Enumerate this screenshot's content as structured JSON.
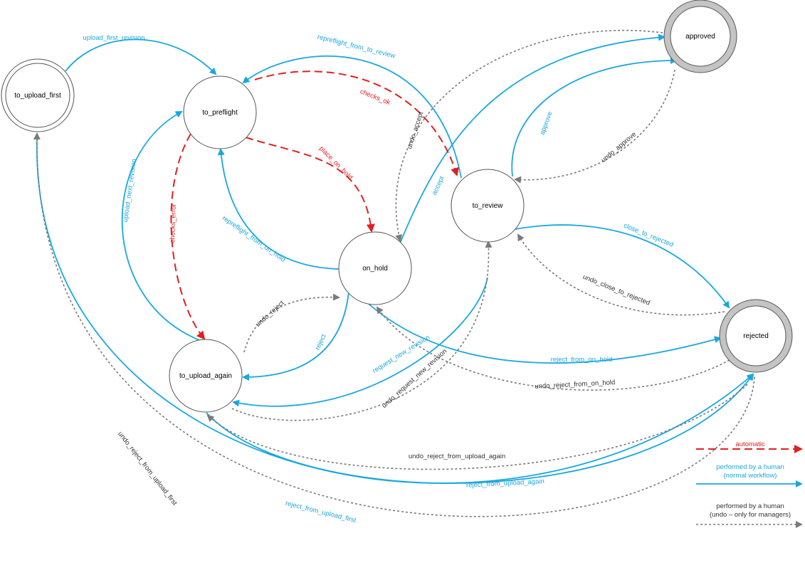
{
  "colors": {
    "automatic": "#e02020",
    "human": "#1aa7e0",
    "undo": "#7a7a7a"
  },
  "states": {
    "to_upload_first": "to_upload_first",
    "to_preflight": "to_preflight",
    "on_hold": "on_hold",
    "to_review": "to_review",
    "to_upload_again": "to_upload_again",
    "approved": "approved",
    "rejected": "rejected"
  },
  "transitions": {
    "upload_first_revision": "upload_first_revision",
    "repreflight_from_to_review": "repreflight_from_to_review",
    "checks_ok": "checks_ok",
    "place_on_hold": "place_on_hold",
    "checks_error": "checks_error",
    "upload_next_revision": "upload_next_revision",
    "repreflight_from_on_hold": "repreflight_from_on_hold",
    "undo_accept": "undo_accept",
    "accept": "accept",
    "approve": "approve",
    "undo_approve": "undo_approve",
    "close_to_rejected": "close_to_rejected",
    "undo_close_to_rejected": "undo_close_to_rejected",
    "undo_reject": "undo_reject",
    "reject": "reject",
    "request_new_revision": "request_new_revision",
    "undo_request_new_revision": "undo_request_new_revision",
    "reject_from_on_hold": "reject_from_on_hold",
    "undo_reject_from_on_hold": "undo_reject_from_on_hold",
    "undo_reject_from_upload_again": "undo_reject_from_upload_again",
    "reject_from_upload_again": "reject_from_upload_again",
    "reject_from_upload_first": "reject_from_upload_first",
    "undo_reject_from_upload_first": "undo_reject_from_upload_first"
  },
  "legend": {
    "automatic": "automatic",
    "human_line1": "performed by a human",
    "human_line2": "(normal workflow)",
    "undo_line1": "performed by a human",
    "undo_line2": "(undo – only for managers)"
  }
}
